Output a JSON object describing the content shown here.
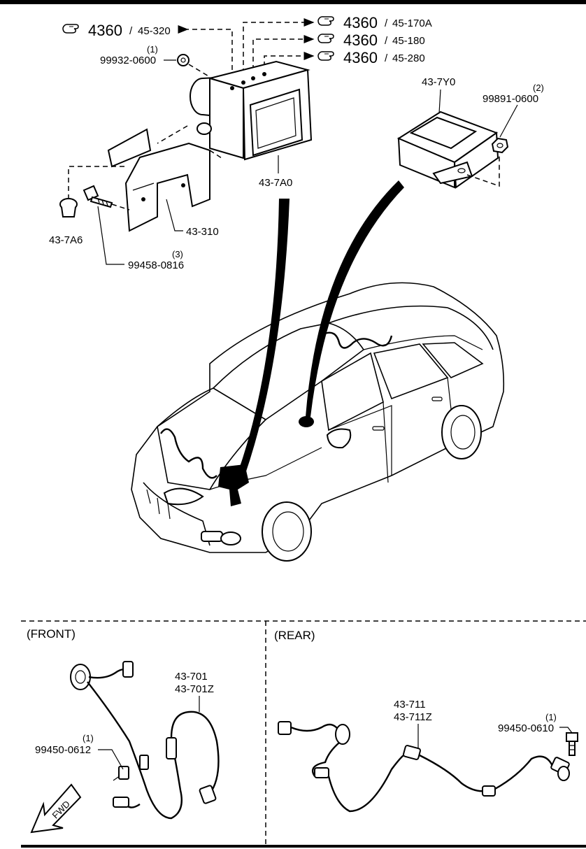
{
  "refs": [
    {
      "ref_num": "4360",
      "ref_part": "45-320"
    },
    {
      "ref_num": "4360",
      "ref_part": "45-170A"
    },
    {
      "ref_num": "4360",
      "ref_part": "45-180"
    },
    {
      "ref_num": "4360",
      "ref_part": "45-280"
    }
  ],
  "ref_separator": "/",
  "parts": {
    "p99932": {
      "num": "99932-0600",
      "qty": "(1)"
    },
    "p99891": {
      "num": "99891-0600",
      "qty": "(2)"
    },
    "p99458": {
      "num": "99458-0816",
      "qty": "(3)"
    },
    "p437Y0": {
      "num": "43-7Y0"
    },
    "p437A0": {
      "num": "43-7A0"
    },
    "p43310": {
      "num": "43-310"
    },
    "p437A6": {
      "num": "43-7A6"
    },
    "p99450_0612": {
      "num": "99450-0612",
      "qty": "(1)"
    },
    "p99450_0610": {
      "num": "99450-0610",
      "qty": "(1)"
    },
    "front_sensor": {
      "line1": "43-701",
      "line2": "43-701Z"
    },
    "rear_sensor": {
      "line1": "43-711",
      "line2": "43-711Z"
    }
  },
  "sections": {
    "front": "(FRONT)",
    "rear": "(REAR)"
  },
  "fwd_label": "FWD",
  "icons": [
    "pointing-hand-icon",
    "fwd-arrow-icon"
  ]
}
